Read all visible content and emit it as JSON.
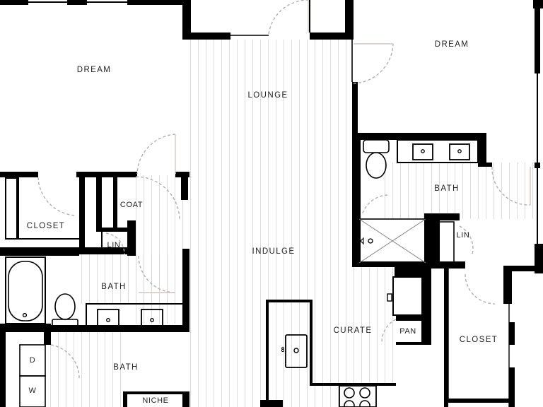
{
  "rooms": {
    "dream_left": "DREAM",
    "dream_right": "DREAM",
    "lounge": "LOUNGE",
    "indulge": "INDULGE",
    "curate": "CURATE",
    "closet_left": "CLOSET",
    "closet_right": "CLOSET",
    "coat": "COAT",
    "lin_left": "LIN",
    "lin_right": "LIN",
    "bath_left": "BATH",
    "bath_right": "BATH",
    "bath_lower": "BATH",
    "pan": "PAN",
    "niche": "NICHE",
    "dryer": "D",
    "washer": "W"
  },
  "colors": {
    "wall": "#000000",
    "floor_line": "#d4d4d4",
    "door_swing": "#b0b0b0"
  }
}
